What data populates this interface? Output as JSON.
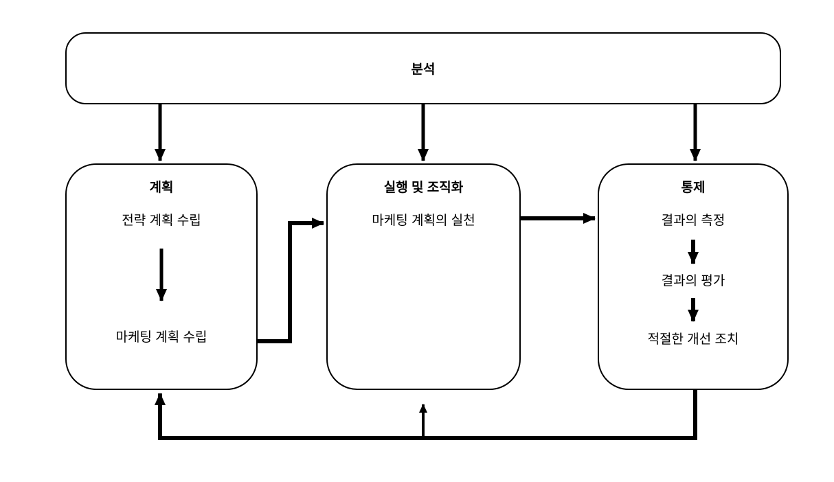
{
  "diagram": {
    "analysis_box": {
      "label": "분석"
    },
    "boxes": [
      {
        "id": "plan",
        "title": "계획",
        "items": [
          "전략 계획 수립",
          "마케팅 계획 수립"
        ]
      },
      {
        "id": "execution",
        "title": "실행 및 조직화",
        "items": [
          "마케팅 계획의 실천"
        ]
      },
      {
        "id": "control",
        "title": "통제",
        "items": [
          "결과의 측정",
          "결과의 평가",
          "적절한 개선 조치"
        ]
      }
    ],
    "connections": [
      "analysis -> plan",
      "analysis -> execution",
      "analysis -> control",
      "plan (마케팅 계획 수립) -> execution (elbow)",
      "execution -> control",
      "전략 계획 수립 -> 마케팅 계획 수립 (internal)",
      "결과의 측정 -> 결과의 평가 (internal)",
      "결과의 평가 -> 적절한 개선 조치 (internal)",
      "control -> feedback loop -> plan",
      "feedback loop -> execution"
    ],
    "colors": {
      "line": "#000000",
      "background": "#ffffff",
      "box_fill": "#ffffff",
      "text": "#000000"
    }
  }
}
